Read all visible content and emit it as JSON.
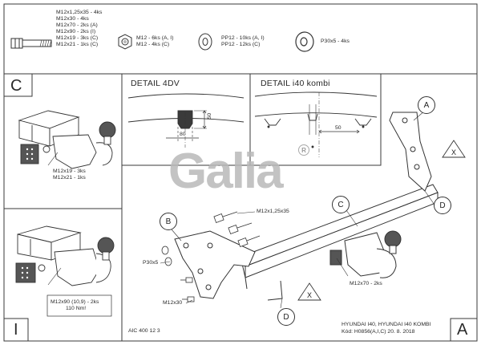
{
  "hardware": {
    "bolt_lines": [
      "M12x1,25x35 - 4ks",
      "M12x30 - 4ks",
      "M12x70 - 2ks (A)",
      "M12x90 - 2ks (I)",
      "M12x19 - 3ks (C)",
      "M12x21 - 1ks (C)"
    ],
    "nut_lines": [
      "M12 - 6ks (A, I)",
      "M12 - 4ks (C)"
    ],
    "washer_lines": [
      "PP12 - 10ks (A, I)",
      "PP12 - 12ks (C)"
    ],
    "spacer_lines": [
      "P30x5 - 4ks"
    ]
  },
  "panels": {
    "c_letter": "C",
    "c_bolts": [
      "M12x19 - 3ks",
      "M12x21 - 1ks"
    ],
    "i_letter": "I",
    "i_bolts": [
      "M12x90 (10,9) - 2ks",
      "110 Nm!"
    ],
    "a_letter": "A"
  },
  "details": {
    "left_title": "DETAIL  4DV",
    "left_dim_v": "50",
    "left_dim_h": "80",
    "right_title": "DETAIL i40 kombi",
    "right_dim_h": "50"
  },
  "logo": {
    "text": "Galia",
    "mark": "R"
  },
  "callouts": {
    "a": "A",
    "b": "B",
    "c": "C",
    "d1": "D",
    "d2": "D",
    "x1": "X",
    "x2": "X",
    "m12x1_25x35": "M12x1,25x35",
    "p30x5": "P30x5",
    "m12x30": "M12x30",
    "m12x70": "M12x70 - 2ks"
  },
  "footer": {
    "code": "AIC 400 12 3",
    "vehicle": "HYUNDAI I40, HYUNDAI I40 KOMBI",
    "kod": "Kód: H0856(A,I,C)  20. 8. 2018"
  }
}
